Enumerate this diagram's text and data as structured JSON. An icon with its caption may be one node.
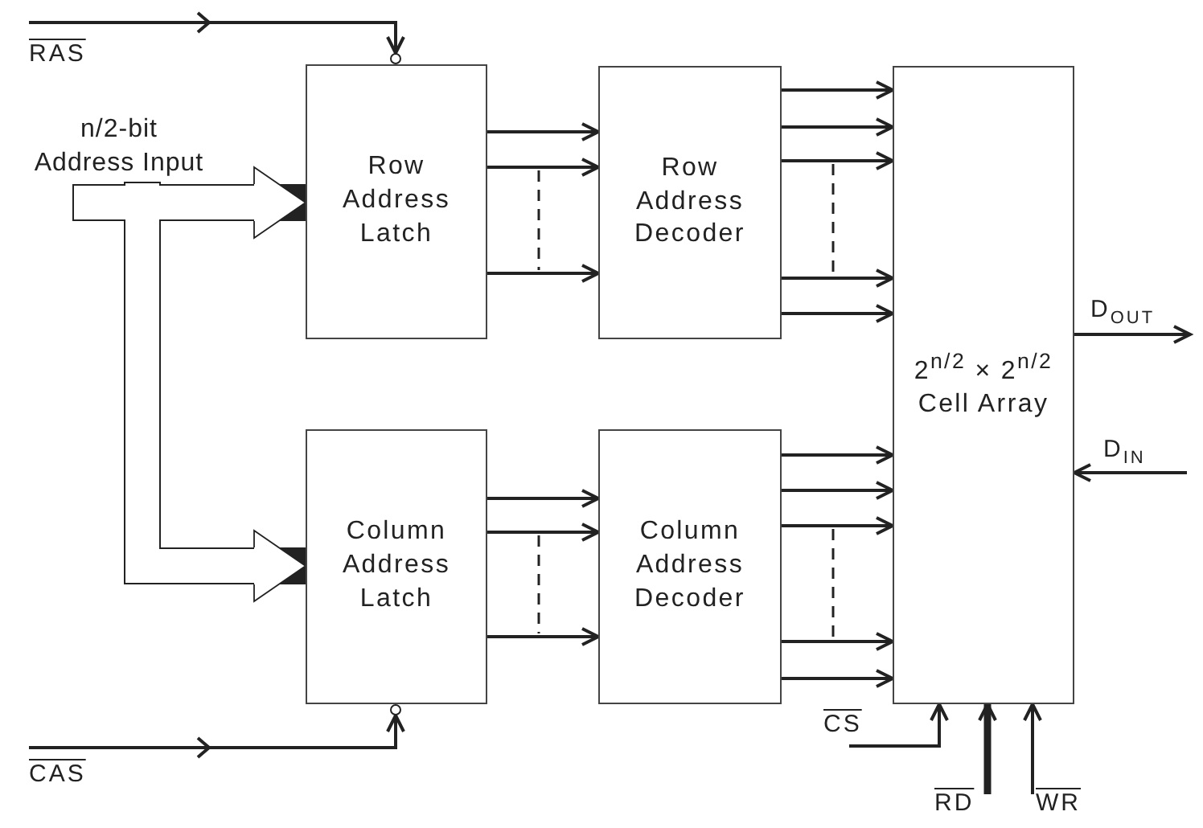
{
  "diagram": {
    "nodes": [
      {
        "text": [
          "Row Address Latch"
        ]
      },
      {
        "text": [
          "Row Address Decoder"
        ]
      },
      {
        "text": [
          "Column Address Latch"
        ]
      },
      {
        "text": [
          "Column Address Decoder"
        ]
      },
      {
        "text": [
          "2$^{n/2}$ × 2$^{n/2}$ Cell Array"
        ]
      },
      {
        "text": [
          "n/2-bit Address Input"
        ]
      }
    ],
    "edges": [
      {
        "from": null,
        "to": 0,
        "arrow": "to",
        "label": "RAS"
      },
      {
        "from": null,
        "to": 2,
        "arrow": "to",
        "label": "CAS"
      },
      {
        "from": 5,
        "to": 0,
        "arrow": "to",
        "style": "thick"
      },
      {
        "from": 5,
        "to": 2,
        "arrow": "to",
        "style": "thick"
      },
      {
        "from": 0,
        "to": 1,
        "arrow": "to"
      },
      {
        "from": 0,
        "to": 1,
        "arrow": "to"
      },
      {
        "from": 0,
        "to": 1,
        "arrow": "to"
      },
      {
        "from": 2,
        "to": 3,
        "arrow": "to"
      },
      {
        "from": 2,
        "to": 3,
        "arrow": "to"
      },
      {
        "from": 2,
        "to": 3,
        "arrow": "to"
      },
      {
        "from": 1,
        "to": 4,
        "arrow": "to"
      },
      {
        "from": 1,
        "to": 4,
        "arrow": "to"
      },
      {
        "from": 1,
        "to": 4,
        "arrow": "to"
      },
      {
        "from": 1,
        "to": 4,
        "arrow": "to"
      },
      {
        "from": 1,
        "to": 4,
        "arrow": "to"
      },
      {
        "from": 3,
        "to": 4,
        "arrow": "to"
      },
      {
        "from": 3,
        "to": 4,
        "arrow": "to"
      },
      {
        "from": 3,
        "to": 4,
        "arrow": "to"
      },
      {
        "from": 3,
        "to": 4,
        "arrow": "to"
      },
      {
        "from": 3,
        "to": 4,
        "arrow": "to"
      },
      {
        "from": 4,
        "to": null,
        "arrow": "to",
        "label": "D$_{OUT}$"
      },
      {
        "from": null,
        "to": 4,
        "arrow": "to",
        "label": "D$_{IN}$"
      },
      {
        "from": null,
        "to": 4,
        "arrow": "to",
        "label": "CS"
      },
      {
        "from": null,
        "to": 4,
        "arrow": "to",
        "label": "RD",
        "style": "thick"
      },
      {
        "from": null,
        "to": 4,
        "arrow": "to",
        "label": "WR"
      }
    ]
  }
}
